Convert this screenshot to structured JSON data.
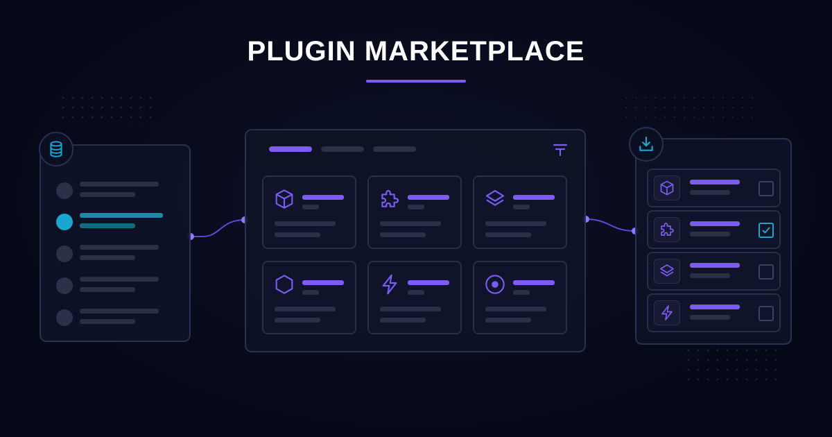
{
  "header": {
    "title": "PLUGIN MARKETPLACE"
  },
  "colors": {
    "accent": "#7c5cf5",
    "cyan": "#1aa6cf",
    "panel_border": "#2a3150",
    "background": "#070a1a"
  },
  "left_panel": {
    "badge_icon": "database-icon",
    "items": [
      {
        "state": "inactive"
      },
      {
        "state": "active"
      },
      {
        "state": "inactive"
      },
      {
        "state": "inactive"
      },
      {
        "state": "inactive"
      }
    ]
  },
  "center_panel": {
    "tabs": [
      {
        "state": "active"
      },
      {
        "state": "inactive"
      },
      {
        "state": "inactive"
      }
    ],
    "filter_icon": "filter-icon",
    "cards": [
      {
        "icon": "cube-icon"
      },
      {
        "icon": "puzzle-icon"
      },
      {
        "icon": "layers-icon"
      },
      {
        "icon": "hexagon-icon"
      },
      {
        "icon": "lightning-icon"
      },
      {
        "icon": "target-icon"
      }
    ]
  },
  "right_panel": {
    "badge_icon": "download-icon",
    "installed": [
      {
        "icon": "cube-icon",
        "checked": false
      },
      {
        "icon": "puzzle-icon",
        "checked": true
      },
      {
        "icon": "layers-icon",
        "checked": false
      },
      {
        "icon": "lightning-icon",
        "checked": false
      }
    ]
  }
}
